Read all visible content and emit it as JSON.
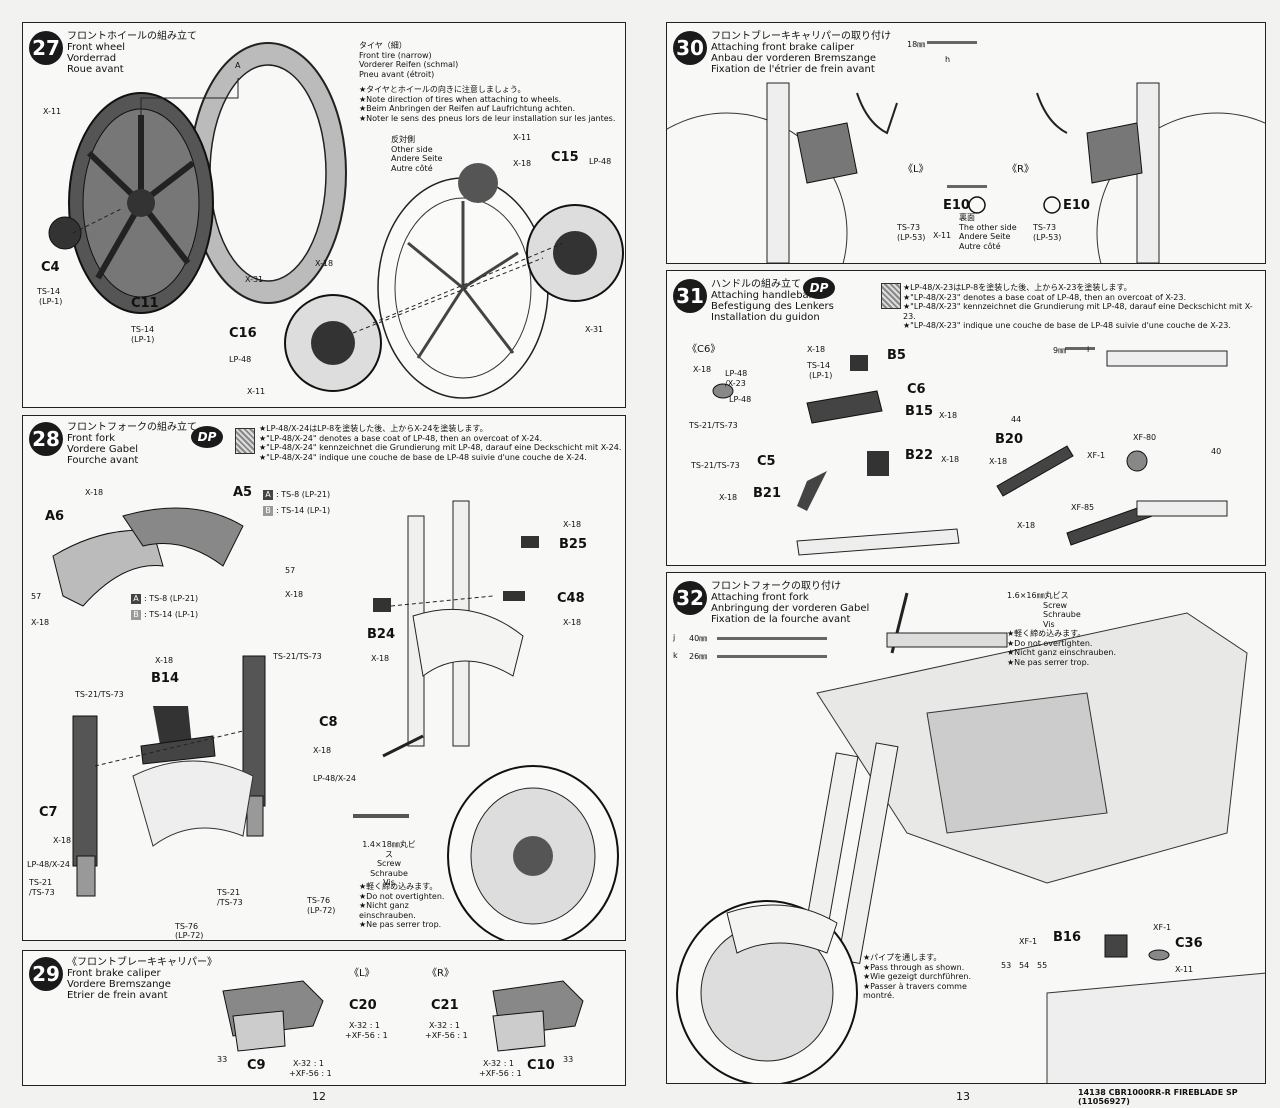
{
  "step27": {
    "num": "27",
    "jp": "フロントホイールの組み立て",
    "en": "Front wheel",
    "de": "Vorderrad",
    "fr": "Roue avant",
    "tire_jp": "タイヤ（細）",
    "tire_en": "Front tire (narrow)",
    "tire_de": "Vorderer Reifen (schmal)",
    "tire_fr": "Pneu avant (étroit)",
    "note_jp": "★タイヤとホイールの向きに注意しましょう。",
    "note_en": "★Note direction of tires when attaching to wheels.",
    "note_de": "★Beim Anbringen der Reifen auf Laufrichtung achten.",
    "note_fr": "★Noter le sens des pneus lors de leur installation sur les jantes.",
    "other_jp": "反対側",
    "other_en": "Other side",
    "other_de": "Andere Seite",
    "other_fr": "Autre côté",
    "x11a": "X-11",
    "x11b": "X-11",
    "x11c": "X-11",
    "x18a": "X-18",
    "x18b": "X-18",
    "x31a": "X-31",
    "x31b": "X-31",
    "c15": "C15",
    "lp48a": "LP-48",
    "c4": "C4",
    "ts14a": "TS-14",
    "lp1a": "(LP-1)",
    "c11": "C11",
    "ts14b": "TS-14",
    "lp1b": "(LP-1)",
    "c16": "C16",
    "lp48b": "LP-48",
    "a": "A"
  },
  "step28": {
    "num": "28",
    "jp": "フロントフォークの組み立て",
    "en": "Front fork",
    "de": "Vordere Gabel",
    "fr": "Fourche avant",
    "dp": "DP",
    "n1": "★LP-48/X-24はLP-8を塗装した後、上からX-24を塗装します。",
    "n2": "★\"LP-48/X-24\" denotes a base coat of LP-48, then an overcoat of X-24.",
    "n3": "★\"LP-48/X-24\" kennzeichnet die Grundierung mit LP-48, darauf eine Deckschicht mit X-24.",
    "n4": "★\"LP-48/X-24\" indique une couche de base de LP-48 suivie d'une couche de X-24.",
    "a5": "A5",
    "a5a": "A",
    "a5a_paint": ": TS-8 (LP-21)",
    "a5b": "B",
    "a5b_paint": ": TS-14 (LP-1)",
    "a6": "A6",
    "a6a": "A",
    "a6a_paint": ": TS-8 (LP-21)",
    "a6b": "B",
    "a6b_paint": ": TS-14 (LP-1)",
    "x18a": "X-18",
    "x18b": "X-18",
    "x18c": "X-18",
    "x18d": "X-18",
    "x18e": "X-18",
    "x18f": "X-18",
    "x18g": "X-18",
    "x18h": "X-18",
    "b25": "B25",
    "c48": "C48",
    "b24": "B24",
    "b14": "B14",
    "c8": "C8",
    "c7": "C7",
    "ts21a": "TS-21/TS-73",
    "ts21b": "TS-21/TS-73",
    "lp48": "LP-48/X-24",
    "lp48b": "LP-48/X-24",
    "ts21c": "TS-21",
    "ts73c": "/TS-73",
    "ts21d": "TS-21",
    "ts73d": "/TS-73",
    "ts76a": "TS-76",
    "lp72a": "(LP-72)",
    "ts76b": "TS-76",
    "lp72b": "(LP-72)",
    "screw_mm": "1.4×18㎜丸ビス",
    "screw_en": "Screw",
    "screw_de": "Schraube",
    "screw_fr": "Vis",
    "w_jp": "★軽く締め込みます。",
    "w_en": "★Do not overtighten.",
    "w_de1": "★Nicht ganz",
    "w_de2": "einschrauben.",
    "w_fr": "★Ne pas serrer trop.",
    "c57a": "57",
    "c57b": "57"
  },
  "step29": {
    "num": "29",
    "jp": "《フロントブレーキキャリパー》",
    "en": "Front brake caliper",
    "de": "Vordere Bremszange",
    "fr": "Etrier de frein avant",
    "l": "《L》",
    "r": "《R》",
    "c20": "C20",
    "c20p1": "X-32 : 1",
    "c20p2": "+XF-56 : 1",
    "c21": "C21",
    "c21p1": "X-32 : 1",
    "c21p2": "+XF-56 : 1",
    "c9": "C9",
    "c9p1": "X-32 : 1",
    "c9p2": "+XF-56 : 1",
    "c10": "C10",
    "c10p1": "X-32 : 1",
    "c10p2": "+XF-56 : 1",
    "c33a": "33",
    "c33b": "33"
  },
  "left_footer": {
    "page": "12"
  },
  "step30": {
    "num": "30",
    "jp": "フロントブレーキキャリパーの取り付け",
    "en": "Attaching front brake caliper",
    "de": "Anbau der vorderen Bremszange",
    "fr": "Fixation de l'étrier de frein avant",
    "mm": "18㎜",
    "h": "h",
    "l": "《L》",
    "r": "《R》",
    "e10a": "E10",
    "e10b": "E10",
    "ts73a": "TS-73",
    "lp53a": "(LP-53)",
    "ts73b": "TS-73",
    "lp53b": "(LP-53)",
    "x11": "X-11",
    "ura": "裏面",
    "ura_en": "The other side",
    "ura_de": "Andere Seite",
    "ura_fr": "Autre côté"
  },
  "step31": {
    "num": "31",
    "jp": "ハンドルの組み立て",
    "en": "Attaching handlebars",
    "de": "Befestigung des Lenkers",
    "fr": "Installation du guidon",
    "dp": "DP",
    "n1": "★LP-48/X-23はLP-8を塗装した後、上からX-23を塗装します。",
    "n2": "★\"LP-48/X-23\" denotes a base coat of LP-48, then an overcoat of X-23.",
    "n3": "★\"LP-48/X-23\" kennzeichnet die Grundierung mit LP-48, darauf eine Deckschicht mit X-23.",
    "n4": "★\"LP-48/X-23\" indique une couche de base de LP-48 suivie d'une couche de X-23.",
    "c6h": "《C6》",
    "x18a": "X-18",
    "lp48": "LP-48",
    "x23": "/X-23",
    "lp48b": "LP-48",
    "ts21": "TS-21/TS-73",
    "x18b": "X-18",
    "ts14": "TS-14",
    "lp1": "(LP-1)",
    "b5": "B5",
    "c6": "C6",
    "b15": "B15",
    "x18c": "X-18",
    "b22": "B22",
    "x18d": "X-18",
    "ts21b": "TS-21/TS-73",
    "c5": "C5",
    "x18e": "X-18",
    "b21": "B21",
    "mm": "9㎜",
    "i": "i",
    "c44": "44",
    "b20": "B20",
    "x18f": "X-18",
    "xf1": "XF-1",
    "x18g": "X-18",
    "xf80": "XF-80",
    "c40": "40",
    "xf85": "XF-85"
  },
  "step32": {
    "num": "32",
    "jp": "フロントフォークの取り付け",
    "en": "Attaching front fork",
    "de": "Anbringung der vorderen Gabel",
    "fr": "Fixation de la fourche avant",
    "screw_mm": "1.6×16㎜丸ビス",
    "screw_en": "Screw",
    "screw_de": "Schraube",
    "screw_fr": "Vis",
    "w_jp": "★軽く締め込みます。",
    "w_en": "★Do not overtighten.",
    "w_de": "★Nicht ganz einschrauben.",
    "w_fr": "★Ne pas serrer trop.",
    "j": "j",
    "j_mm": "40㎜",
    "k": "k",
    "k_mm": "26㎜",
    "p_jp": "★パイプを通します。",
    "p_en": "★Pass through as shown.",
    "p_de": "★Wie gezeigt durchführen.",
    "p_fr1": "★Passer à travers comme",
    "p_fr2": "montré.",
    "xf1a": "XF-1",
    "b16": "B16",
    "xf1b": "XF-1",
    "c36": "C36",
    "x11": "X-11",
    "c53": "53",
    "c54": "54",
    "c55": "55"
  },
  "right_footer": {
    "page": "13",
    "code": "14138  CBR1000RR-R FIREBLADE SP (11056927)"
  }
}
